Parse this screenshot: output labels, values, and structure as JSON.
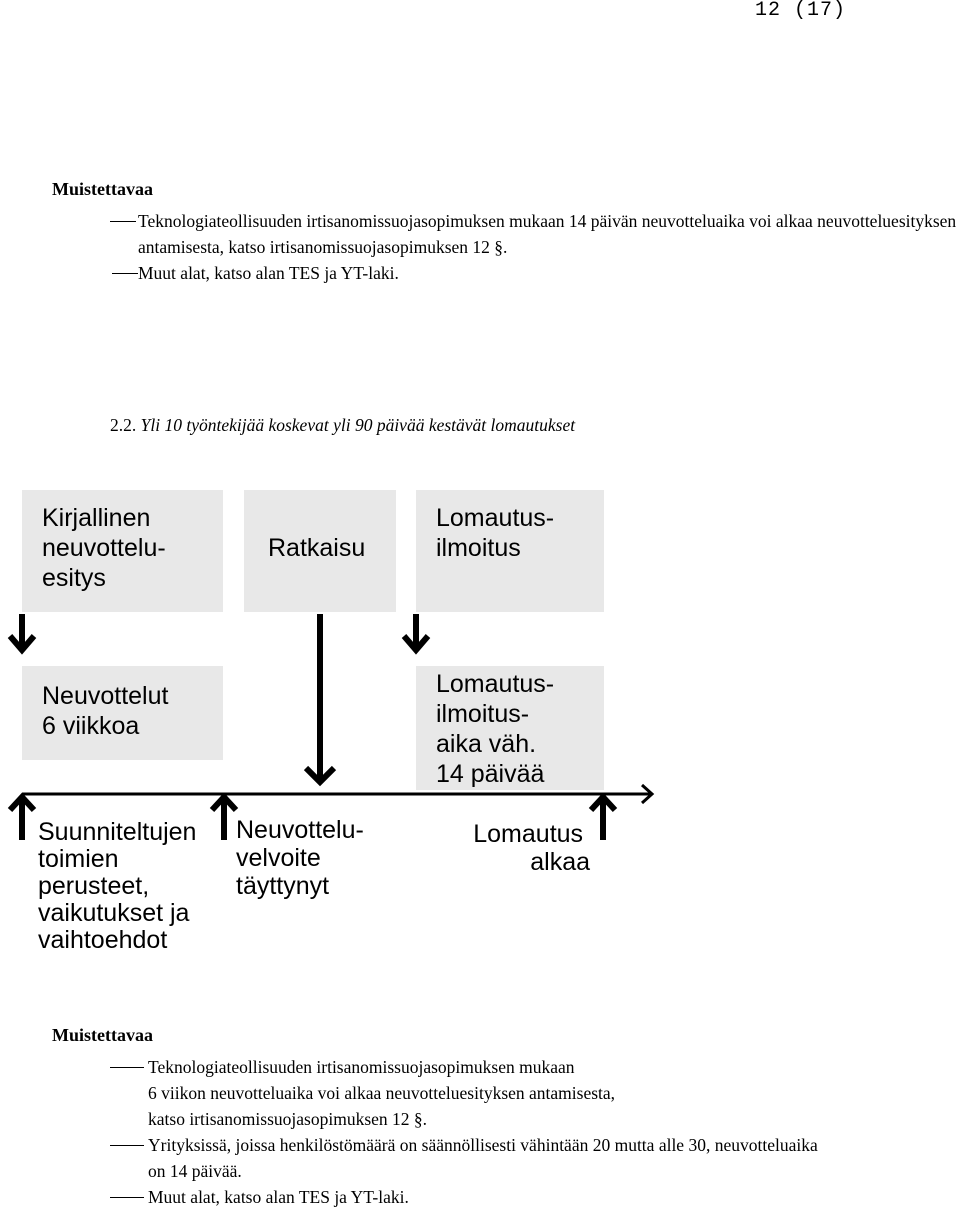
{
  "page_number": "12 (17)",
  "section1": {
    "heading": "Muistettavaa",
    "items": [
      "Teknologiateollisuuden irtisanomissuojasopimuksen mukaan 14 päivän neuvotteluaika voi alkaa neuvotteluesityksen antamisesta, katso irtisanomissuojasopimuksen 12 §.",
      "Muut alat, katso alan TES ja YT-laki."
    ]
  },
  "section2": {
    "number": "2.2.",
    "title": "Yli 10 työntekijää koskevat yli 90 päivää kestävät lomautukset"
  },
  "diagram": {
    "boxes": {
      "proposal": [
        "Kirjallinen",
        "neuvottelu-",
        "esitys"
      ],
      "decision": [
        "Ratkaisu"
      ],
      "notice": [
        "Lomautus-",
        "ilmoitus"
      ],
      "negotiations": [
        "Neuvottelut",
        "6 viikkoa"
      ],
      "notice_period": [
        "Lomautus-",
        "ilmoitus-",
        "aika väh.",
        "14 päivää"
      ]
    },
    "timeline_labels": {
      "plans": [
        "Suunniteltujen",
        "toimien",
        "perusteet,",
        "vaikutukset ja",
        "vaihtoehdot"
      ],
      "obligation": [
        "Neuvottelu-",
        "velvoite",
        "täyttynyt"
      ],
      "start": [
        "Lomautus",
        "alkaa"
      ]
    },
    "colors": {
      "box_fill": "#e8e8e8",
      "line": "#000000"
    }
  },
  "section3": {
    "heading": "Muistettavaa",
    "items": [
      [
        "Teknologiateollisuuden irtisanomissuojasopimuksen mukaan",
        "6 viikon neuvotteluaika voi alkaa neuvotteluesityksen antamisesta,",
        "katso irtisanomissuojasopimuksen 12 §."
      ],
      [
        "Yrityksissä, joissa henkilöstömäärä on säännöllisesti vähintään 20 mutta alle 30, neuvotteluaika",
        "on 14 päivää."
      ],
      [
        "Muut alat, katso alan TES ja YT-laki."
      ]
    ]
  }
}
